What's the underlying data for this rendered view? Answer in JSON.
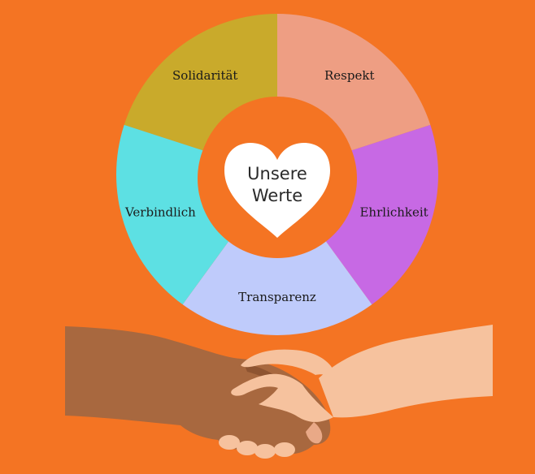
{
  "colors": {
    "background": "#F47423",
    "ring_gap": "#F47423",
    "heart": "#FFFFFF",
    "dark_skin": "#A8683F",
    "dark_skin_shadow": "#8E5431",
    "light_skin": "#F6C29E",
    "light_skin_shadow": "#E9A987"
  },
  "wheel": {
    "segments": [
      {
        "label": "Solidarität",
        "color": "#C9AA2B"
      },
      {
        "label": "Respekt",
        "color": "#EE9E83"
      },
      {
        "label": "Ehrlichkeit",
        "color": "#C769E4"
      },
      {
        "label": "Transparenz",
        "color": "#BFCBFB"
      },
      {
        "label": "Verbindlich",
        "color": "#5DE0E3"
      }
    ]
  },
  "center": {
    "line1": "Unsere",
    "line2": "Werte",
    "icon": "heart-icon"
  },
  "illustration": {
    "icon": "handshake-icon"
  }
}
